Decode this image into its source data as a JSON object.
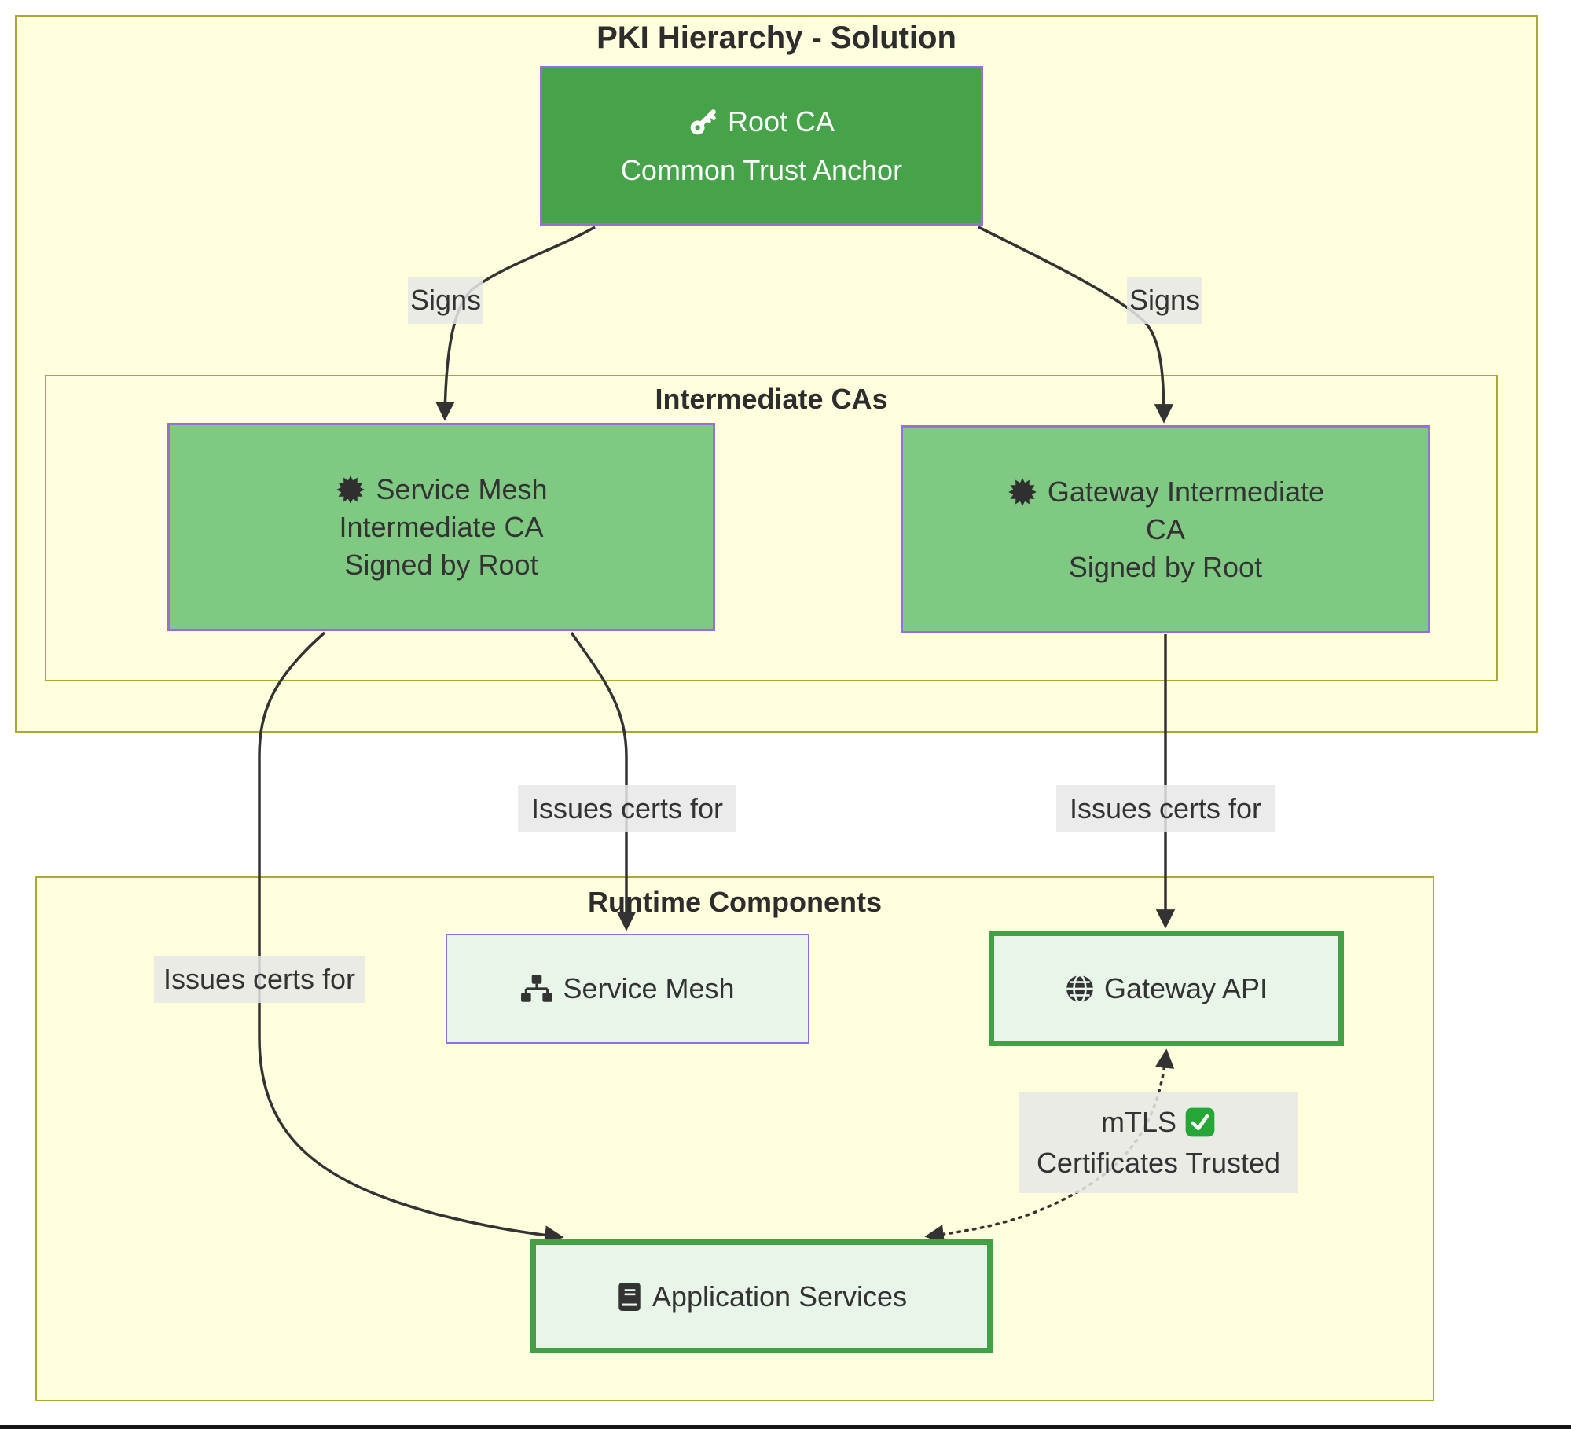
{
  "diagram": {
    "title": "PKI Hierarchy - Solution",
    "subgraphs": {
      "intermediate": {
        "title": "Intermediate CAs"
      },
      "runtime": {
        "title": "Runtime Components"
      }
    },
    "nodes": {
      "root_ca": {
        "line1": "Root CA",
        "line2": "Common Trust Anchor",
        "icon": "key-icon"
      },
      "service_mesh_int_ca": {
        "line1": "Service Mesh",
        "line2": "Intermediate CA",
        "line3": "Signed by Root",
        "icon": "certificate-icon"
      },
      "gateway_int_ca": {
        "line1": "Gateway Intermediate",
        "line2": "CA",
        "line3": "Signed by Root",
        "icon": "certificate-icon"
      },
      "service_mesh_runtime": {
        "label": "Service Mesh",
        "icon": "sitemap-icon"
      },
      "gateway_api": {
        "label": "Gateway API",
        "icon": "globe-icon"
      },
      "application_services": {
        "label": "Application Services",
        "icon": "book-icon"
      }
    },
    "edge_labels": {
      "signs_left": "Signs",
      "signs_right": "Signs",
      "issues_left": "Issues certs for",
      "issues_center": "Issues certs for",
      "issues_right": "Issues certs for",
      "mtls_line1": "mTLS",
      "mtls_line2": "Certificates Trusted",
      "mtls_icon": "check-icon"
    },
    "edges": [
      {
        "from": "root_ca",
        "to": "service_mesh_int_ca",
        "label": "Signs",
        "style": "solid"
      },
      {
        "from": "root_ca",
        "to": "gateway_int_ca",
        "label": "Signs",
        "style": "solid"
      },
      {
        "from": "service_mesh_int_ca",
        "to": "service_mesh_runtime",
        "label": "Issues certs for",
        "style": "solid"
      },
      {
        "from": "service_mesh_int_ca",
        "to": "application_services",
        "label": "Issues certs for",
        "style": "solid"
      },
      {
        "from": "gateway_int_ca",
        "to": "gateway_api",
        "label": "Issues certs for",
        "style": "solid"
      },
      {
        "from": "gateway_api",
        "to": "application_services",
        "label": "mTLS Certificates Trusted",
        "style": "dotted-bidirectional"
      }
    ],
    "colors": {
      "cluster_fill": "#ffffde",
      "cluster_border": "#aaaa33",
      "root_fill": "#46a349",
      "intermediate_fill": "#7fc982",
      "runtime_fill": "#e8f5e9",
      "purple_border": "#9370db",
      "green_border": "#43a047",
      "edge": "#333333",
      "label_bg": "#e8e8e8",
      "check_green": "#26a636"
    }
  }
}
